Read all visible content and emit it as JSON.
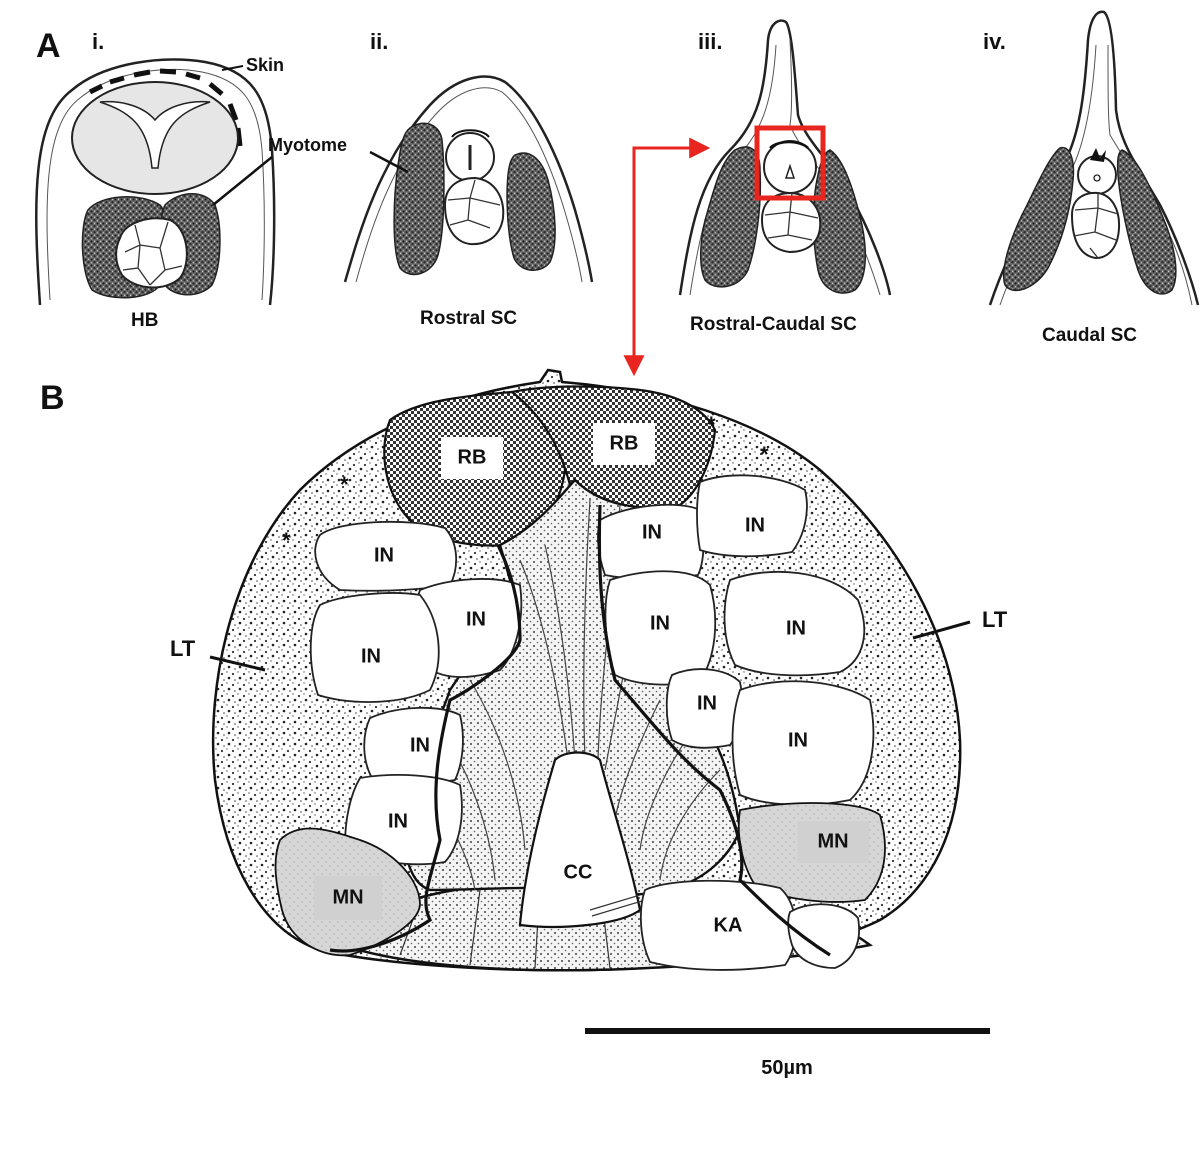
{
  "panel_a": {
    "letter": "A",
    "sections": [
      {
        "roman": "i.",
        "caption": "HB"
      },
      {
        "roman": "ii.",
        "caption": "Rostral SC"
      },
      {
        "roman": "iii.",
        "caption": "Rostral-Caudal SC"
      },
      {
        "roman": "iv.",
        "caption": "Caudal SC"
      }
    ],
    "labels": {
      "skin": "Skin",
      "myotome": "Myotome"
    }
  },
  "panel_b": {
    "letter": "B",
    "cells": {
      "rb_left": "RB",
      "rb_right": "RB",
      "in_1": "IN",
      "in_2": "IN",
      "in_3": "IN",
      "in_4": "IN",
      "in_5": "IN",
      "in_6": "IN",
      "in_7": "IN",
      "in_8": "IN",
      "in_9": "IN",
      "in_10": "IN",
      "mn_left": "MN",
      "mn_right": "MN",
      "cc": "CC",
      "ka": "KA"
    },
    "side_labels": {
      "left": "LT",
      "right": "LT"
    },
    "asterisk": "*",
    "scale_bar": "50µm"
  },
  "colors": {
    "ink": "#111111",
    "arrow": "#e8261f",
    "highlight_box": "#e8261f",
    "mn_fill": "#d4d4d4",
    "myotome_fill": "#5a5a5a"
  }
}
